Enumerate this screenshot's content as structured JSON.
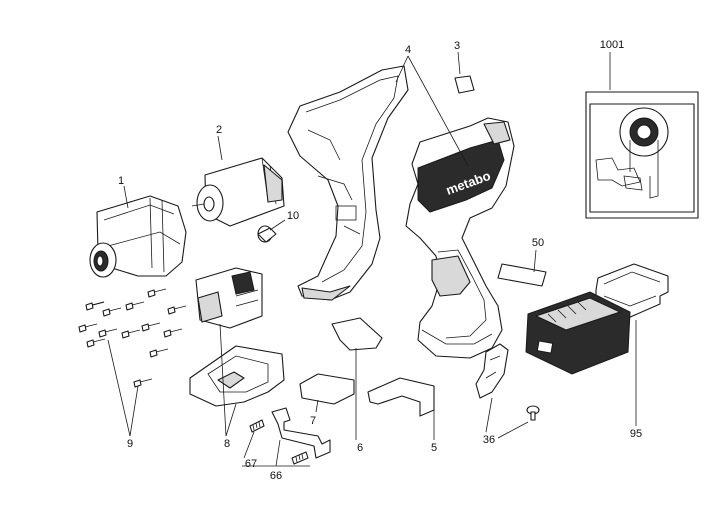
{
  "diagram": {
    "brand_text": "metabo",
    "callouts": [
      {
        "id": "1",
        "label": "1"
      },
      {
        "id": "2",
        "label": "2"
      },
      {
        "id": "3",
        "label": "3"
      },
      {
        "id": "4",
        "label": "4"
      },
      {
        "id": "5",
        "label": "5"
      },
      {
        "id": "6",
        "label": "6"
      },
      {
        "id": "7",
        "label": "7"
      },
      {
        "id": "8",
        "label": "8"
      },
      {
        "id": "9",
        "label": "9"
      },
      {
        "id": "10",
        "label": "10"
      },
      {
        "id": "36",
        "label": "36"
      },
      {
        "id": "50",
        "label": "50"
      },
      {
        "id": "66",
        "label": "66"
      },
      {
        "id": "67",
        "label": "67"
      },
      {
        "id": "95",
        "label": "95"
      },
      {
        "id": "1001",
        "label": "1001"
      }
    ],
    "colors": {
      "line": "#1a1a1a",
      "fill": "#ffffff",
      "shade": "#d9d9d9",
      "dark": "#2b2b2b"
    }
  }
}
